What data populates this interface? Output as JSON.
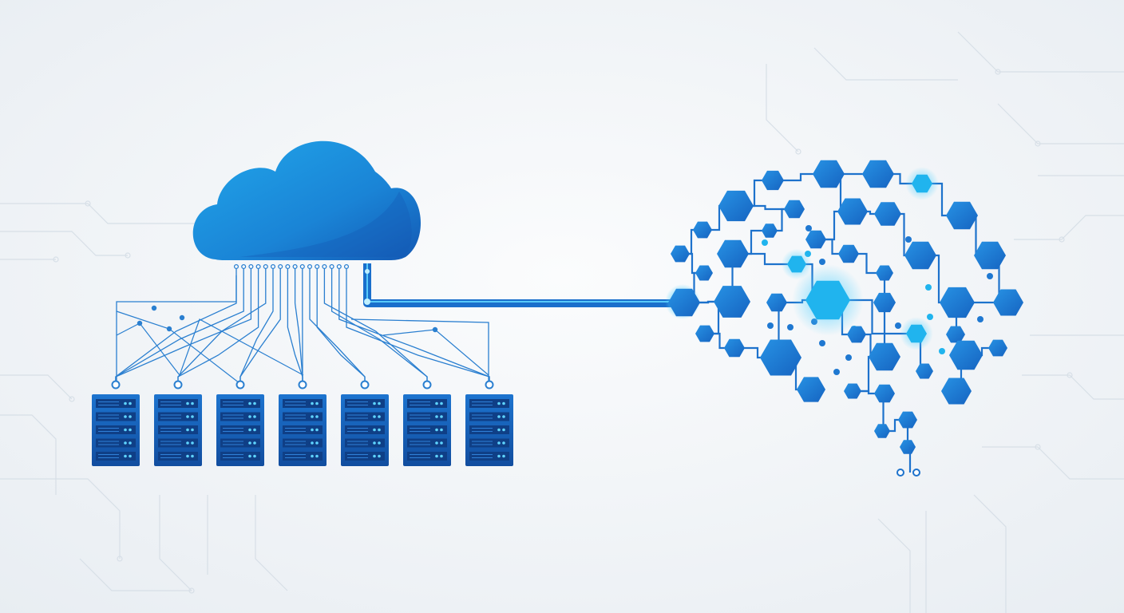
{
  "diagram": {
    "nodes": [
      {
        "id": "cloud",
        "shape": "cloud",
        "name": "cloud-icon"
      },
      {
        "id": "server-rack",
        "shape": "server-rack",
        "count": 7,
        "name": "server-rack-icon"
      },
      {
        "id": "brain",
        "shape": "hexagon-network-brain",
        "name": "brain-network-icon"
      }
    ],
    "edges": [
      {
        "from": "cloud",
        "to": "server-rack",
        "style": "circuit-traces"
      },
      {
        "from": "cloud",
        "to": "brain",
        "style": "glowing-data-link"
      }
    ]
  },
  "colors": {
    "background": "#eef2f6",
    "cloud_light": "#1aa0e6",
    "cloud_dark": "#1566c0",
    "server_body": "#1560b8",
    "server_slot": "#0f3f86",
    "led": "#5fd4ff",
    "trace": "#2a7fd0",
    "hex_main": "#1f78d1",
    "hex_light": "#20b4ee",
    "glow": "#7fe0ff",
    "faint_circuit": "#d7dfe7"
  }
}
